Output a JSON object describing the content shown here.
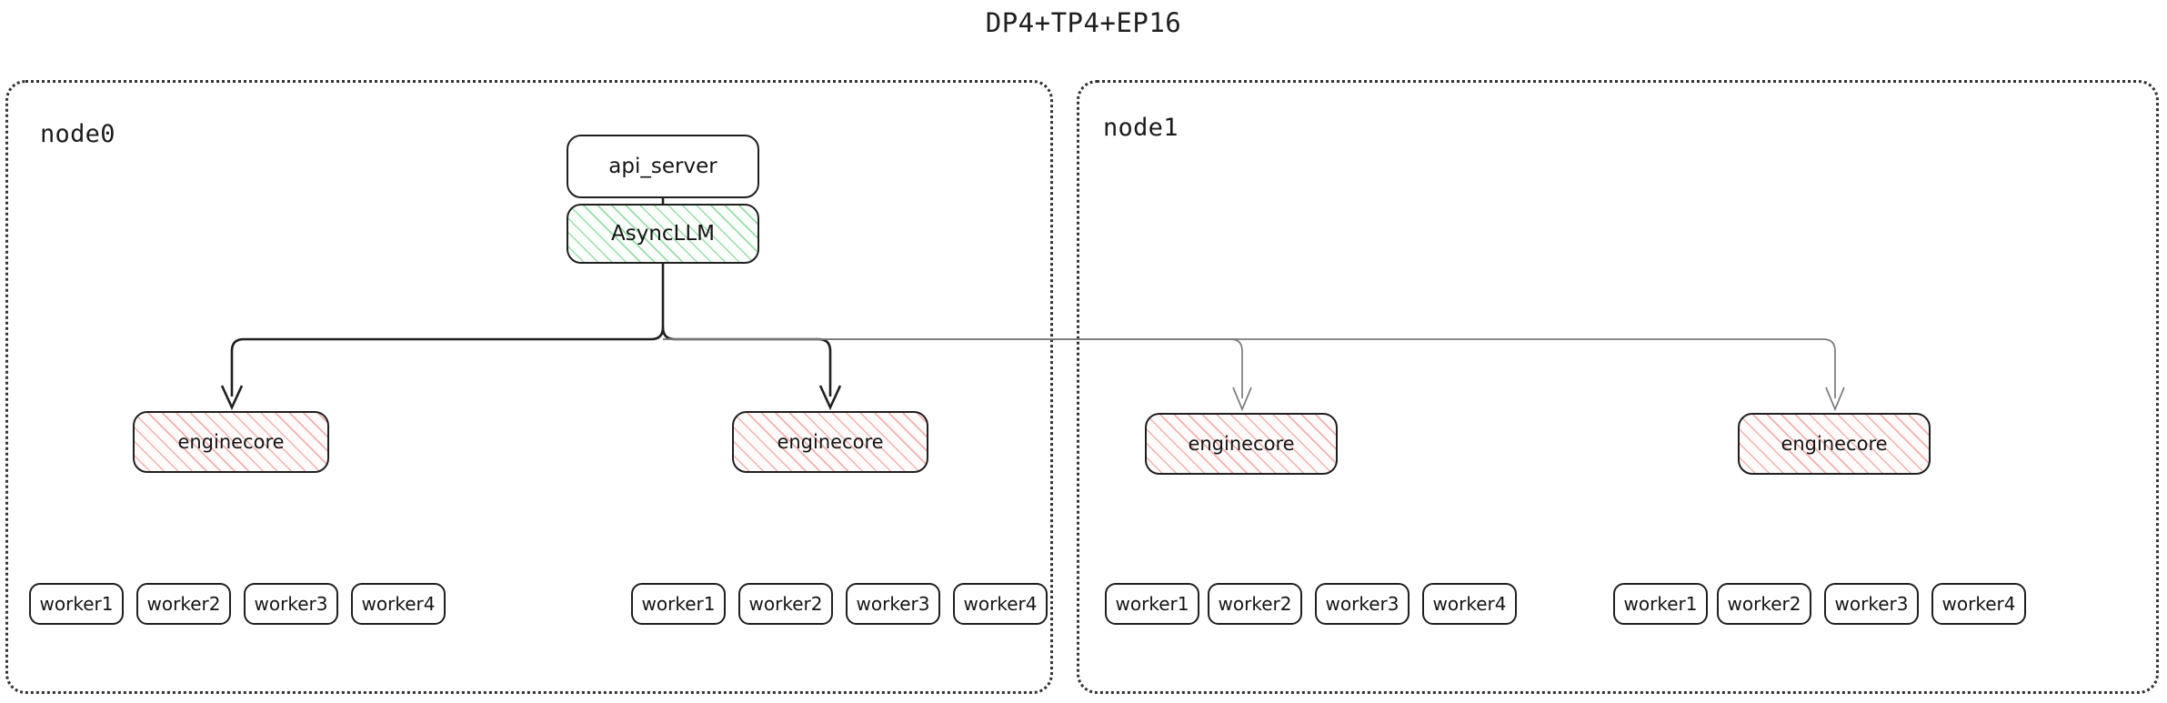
{
  "diagram": {
    "title": "DP4+TP4+EP16",
    "type": "flowchart",
    "colors": {
      "stroke": "#1f1f1f",
      "edge_light": "#7b7b7b",
      "asyncllm_hatch": "#4abf6c",
      "enginecore_hatch": "#e06060",
      "subgraph_border": "#333333",
      "background": "#ffffff"
    }
  },
  "subgraphs": [
    {
      "id": "node0",
      "label": "node0"
    },
    {
      "id": "node1",
      "label": "node1"
    }
  ],
  "nodes": {
    "api_server": {
      "label": "api_server"
    },
    "async_llm": {
      "label": "AsyncLLM"
    },
    "enginecores": [
      {
        "label": "enginecore",
        "parent": "node0"
      },
      {
        "label": "enginecore",
        "parent": "node0"
      },
      {
        "label": "enginecore",
        "parent": "node1"
      },
      {
        "label": "enginecore",
        "parent": "node1"
      }
    ],
    "worker_groups": [
      {
        "parent": "node0",
        "workers": [
          "worker1",
          "worker2",
          "worker3",
          "worker4"
        ]
      },
      {
        "parent": "node0",
        "workers": [
          "worker1",
          "worker2",
          "worker3",
          "worker4"
        ]
      },
      {
        "parent": "node1",
        "workers": [
          "worker1",
          "worker2",
          "worker3",
          "worker4"
        ]
      },
      {
        "parent": "node1",
        "workers": [
          "worker1",
          "worker2",
          "worker3",
          "worker4"
        ]
      }
    ]
  },
  "edges": [
    {
      "from": "api_server",
      "to": "async_llm",
      "style": "solid"
    },
    {
      "from": "async_llm",
      "to": "enginecore-0",
      "style": "arrow-dark"
    },
    {
      "from": "async_llm",
      "to": "enginecore-1",
      "style": "arrow-dark"
    },
    {
      "from": "async_llm",
      "to": "enginecore-2",
      "style": "arrow-light"
    },
    {
      "from": "async_llm",
      "to": "enginecore-3",
      "style": "arrow-light"
    }
  ]
}
